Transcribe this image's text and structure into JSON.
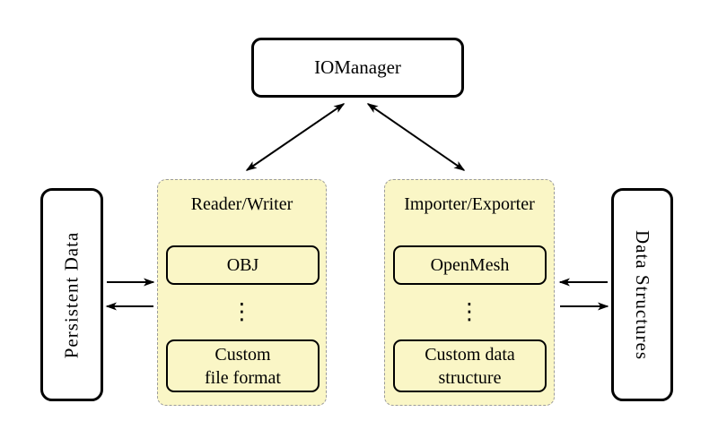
{
  "colors": {
    "background": "#ffffff",
    "node_fill": "#ffffff",
    "node_border": "#000000",
    "container_fill": "#faf6c6",
    "container_dashed_border": "#9b9b9b",
    "arrow": "#000000"
  },
  "nodes": {
    "iomanager": {
      "label": "IOManager"
    },
    "persistent_data": {
      "label": "Persistent Data"
    },
    "data_structures": {
      "label": "Data Structures"
    },
    "reader_writer": {
      "title": "Reader/Writer",
      "item_top": "OBJ",
      "vdots": "⋮",
      "item_bottom_line1": "Custom",
      "item_bottom_line2": "file format"
    },
    "importer_exporter": {
      "title": "Importer/Exporter",
      "item_top": "OpenMesh",
      "vdots": "⋮",
      "item_bottom_line1": "Custom data",
      "item_bottom_line2": "structure"
    }
  },
  "edges": [
    {
      "from": "IOManager",
      "to": "Reader/Writer",
      "bidirectional": true
    },
    {
      "from": "IOManager",
      "to": "Importer/Exporter",
      "bidirectional": true
    },
    {
      "from": "Persistent Data",
      "to": "Reader/Writer",
      "bidirectional": false
    },
    {
      "from": "Reader/Writer",
      "to": "Persistent Data",
      "bidirectional": false
    },
    {
      "from": "Data Structures",
      "to": "Importer/Exporter",
      "bidirectional": false
    },
    {
      "from": "Importer/Exporter",
      "to": "Data Structures",
      "bidirectional": false
    }
  ]
}
